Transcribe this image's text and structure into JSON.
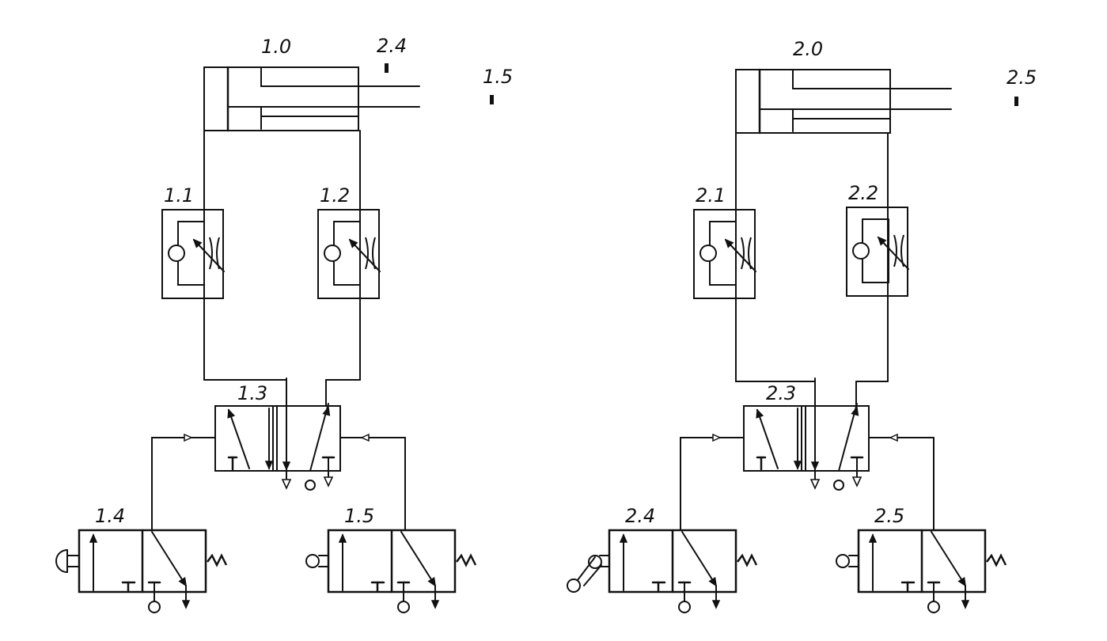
{
  "diagram": {
    "type": "pneumatic circuit",
    "circuits": [
      {
        "cylinder": "1.0",
        "limit_marks": [
          "2.4",
          "1.5"
        ],
        "flow_controls": [
          "1.1",
          "1.2"
        ],
        "main_valve": "1.3",
        "signal_valves": [
          "1.4",
          "1.5"
        ]
      },
      {
        "cylinder": "2.0",
        "limit_marks": [
          "2.5"
        ],
        "flow_controls": [
          "2.1",
          "2.2"
        ],
        "main_valve": "2.3",
        "signal_valves": [
          "2.4",
          "2.5"
        ]
      }
    ],
    "ink_color": "#111111"
  }
}
